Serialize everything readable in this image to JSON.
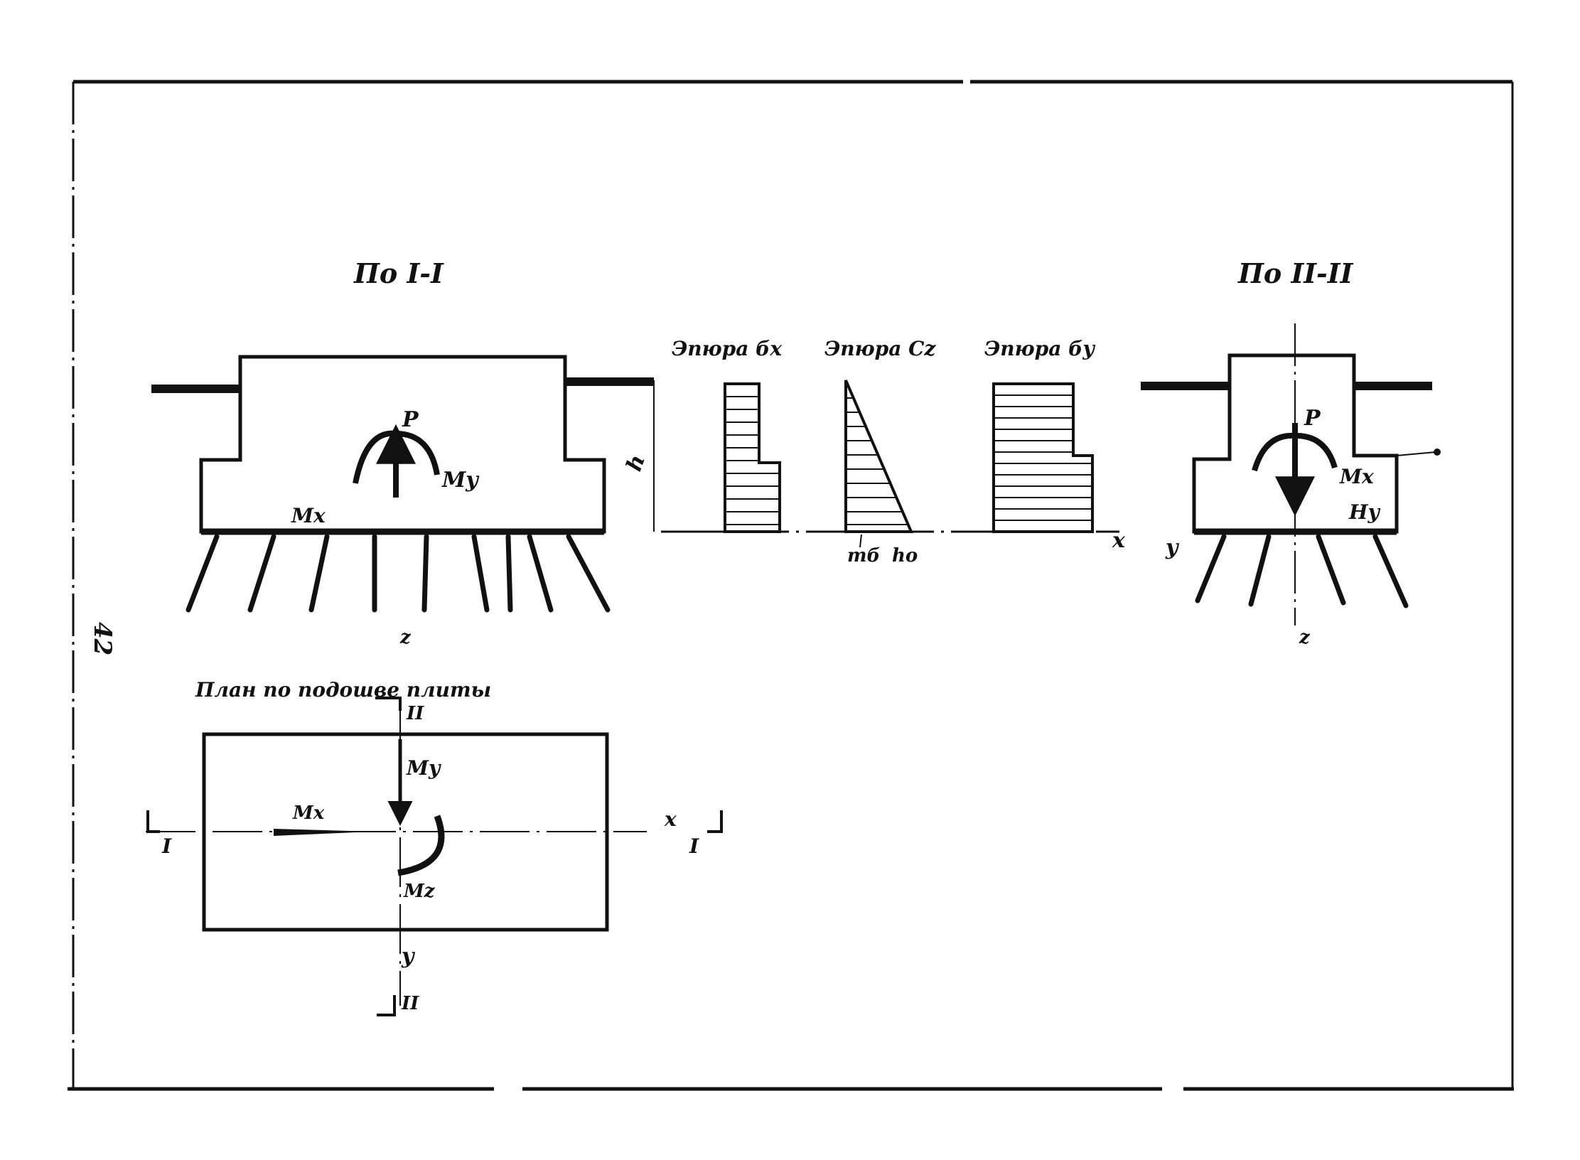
{
  "page": {
    "page_number": "42"
  },
  "section_left": {
    "title": "По I-I",
    "labels": {
      "load": "P",
      "moment_y": "My",
      "moment_x": "Mx",
      "height": "h",
      "z_axis": "z"
    }
  },
  "section_right": {
    "title": "По II-II",
    "labels": {
      "load": "P",
      "moment_x": "Mx",
      "force_y": "Hy",
      "y_axis": "y",
      "z_axis": "z"
    }
  },
  "diagrams": {
    "sigma_x": {
      "title": "Эпюра бx"
    },
    "c_z": {
      "title": "Эпюра Cz",
      "label_left": "mб",
      "label_right": "hо"
    },
    "sigma_y": {
      "title": "Эпюра бy"
    },
    "axis_label": "x"
  },
  "plan": {
    "title": "План по подошве плиты",
    "labels": {
      "section_I_left": "I",
      "section_I_right": "I",
      "section_II_top": "II",
      "section_II_bottom": "II",
      "x_axis": "x",
      "y_axis": "y",
      "moment_x": "Mx",
      "moment_y": "My",
      "moment_z": "Mz"
    }
  },
  "colors": {
    "ink": "#111111",
    "paper": "#ffffff"
  }
}
